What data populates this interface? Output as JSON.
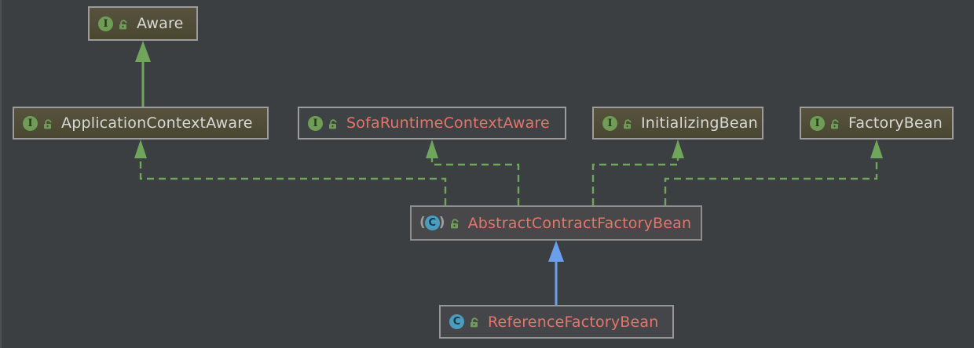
{
  "diagram": {
    "tool": "uml-class-diagram",
    "glyphs": {
      "interface": "I",
      "class": "C",
      "paren_open": "(",
      "paren_close": ")"
    },
    "colors": {
      "background": "#3c3f41",
      "interface_node_fill": "#4e4a38",
      "plain_node_fill": "#47484a",
      "green_edge": "#6fa65b",
      "blue_edge": "#6b9fee",
      "red_label": "#e4756a",
      "light_label": "#d8d8d5",
      "interface_icon_green": "#6f9d56",
      "class_icon_blue": "#4b9dc0"
    },
    "nodes": [
      {
        "label": "Aware",
        "kind": "interface",
        "visibility": "public",
        "label_color": "light"
      },
      {
        "label": "ApplicationContextAware",
        "kind": "interface",
        "visibility": "public",
        "label_color": "light"
      },
      {
        "label": "SofaRuntimeContextAware",
        "kind": "interface",
        "visibility": "public",
        "label_color": "red"
      },
      {
        "label": "InitializingBean",
        "kind": "interface",
        "visibility": "public",
        "label_color": "light"
      },
      {
        "label": "FactoryBean",
        "kind": "interface",
        "visibility": "public",
        "label_color": "light"
      },
      {
        "label": "AbstractContractFactoryBean",
        "kind": "abstract-class",
        "visibility": "public",
        "label_color": "red"
      },
      {
        "label": "ReferenceFactoryBean",
        "kind": "class",
        "visibility": "public",
        "label_color": "red"
      }
    ],
    "edges": [
      {
        "from": "ApplicationContextAware",
        "to": "Aware",
        "type": "extends",
        "style": "solid",
        "color": "green"
      },
      {
        "from": "AbstractContractFactoryBean",
        "to": "ApplicationContextAware",
        "type": "implements",
        "style": "dashed",
        "color": "green"
      },
      {
        "from": "AbstractContractFactoryBean",
        "to": "SofaRuntimeContextAware",
        "type": "implements",
        "style": "dashed",
        "color": "green"
      },
      {
        "from": "AbstractContractFactoryBean",
        "to": "InitializingBean",
        "type": "implements",
        "style": "dashed",
        "color": "green"
      },
      {
        "from": "AbstractContractFactoryBean",
        "to": "FactoryBean",
        "type": "implements",
        "style": "dashed",
        "color": "green"
      },
      {
        "from": "ReferenceFactoryBean",
        "to": "AbstractContractFactoryBean",
        "type": "extends",
        "style": "solid",
        "color": "blue"
      }
    ]
  }
}
